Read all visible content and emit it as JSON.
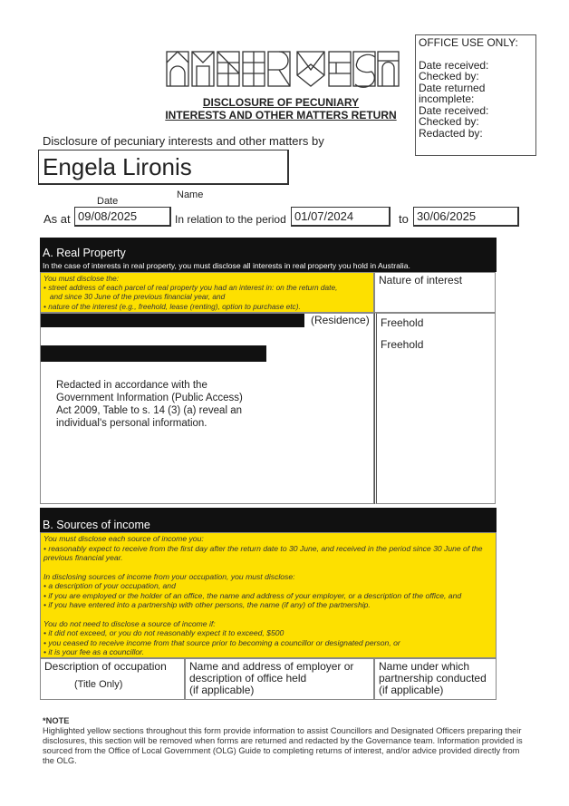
{
  "office": {
    "heading": "OFFICE USE ONLY:",
    "lines": [
      "Date received:",
      "Checked by:",
      "Date returned",
      "incomplete:",
      "Date received:",
      "Checked by:",
      "Redacted by:"
    ]
  },
  "logo": {
    "text": "INNER WEST"
  },
  "title": {
    "line1": "DISCLOSURE OF PECUNIARY",
    "line2": "INTERESTS AND OTHER MATTERS RETURN"
  },
  "intro": "Disclosure of pecuniary interests and other matters by",
  "name_value": "Engela Lironis",
  "name_label": "Name",
  "date_label": "Date",
  "as_at_label": "As at",
  "as_at_value": "09/08/2025",
  "period_label": "In relation to the period",
  "period_from": "01/07/2024",
  "to_label": "to",
  "period_to": "30/06/2025",
  "section_a": {
    "title": "A. Real Property",
    "subtitle": "In the case of interests in real property, you must disclose all interests in real property you hold in Australia.",
    "guide": [
      "You must disclose the:",
      "• street address of each parcel of real property you had an interest in: on the return date,",
      "   and since 30 June of the previous financial year, and",
      "• nature of the interest (e.g., freehold, lease (renting), option to purchase etc)."
    ],
    "col_nature": "Nature of interest",
    "residence": "(Residence)",
    "natures": [
      "Freehold",
      "Freehold"
    ],
    "redaction_note": [
      "Redacted in accordance with the",
      "Government Information (Public Access)",
      "Act 2009, Table to s. 14 (3) (a) reveal an",
      "individual's personal information."
    ]
  },
  "section_b": {
    "title": "B. Sources of income",
    "guide": [
      "You must disclose each source of income you:",
      "• reasonably expect to receive from the first day after the return date to 30 June, and received in the period since 30 June of the previous financial year.",
      "",
      "In disclosing sources of income from your occupation, you must disclose:",
      "• a description of your occupation, and",
      "• if you are employed or the holder of an office, the name and address of your employer, or a description of the office, and",
      "• if you have entered into a partnership with other persons, the name (if any) of the partnership.",
      "",
      "You do not need to disclose a source of income if:",
      "• it did not exceed, or you do not reasonably expect it to exceed, $500",
      "• you ceased to receive income from that source prior to becoming a councillor or designated person, or",
      "• it is your fee as a councillor."
    ],
    "col1": "Description of occupation",
    "col1_sub": "(Title Only)",
    "col2": "Name and address of employer or description of office held",
    "col2_sub": "(if applicable)",
    "col3": "Name under which partnership conducted",
    "col3_sub": "(if applicable)"
  },
  "note": {
    "heading": "*NOTE",
    "text": "Highlighted yellow sections throughout this form provide information to assist Councillors and Designated Officers preparing their disclosures, this section will be removed when forms are returned and redacted by the Governance team. Information provided is sourced from the Office of Local Government (OLG) Guide to completing returns of interest, and/or advice provided directly from the OLG."
  }
}
